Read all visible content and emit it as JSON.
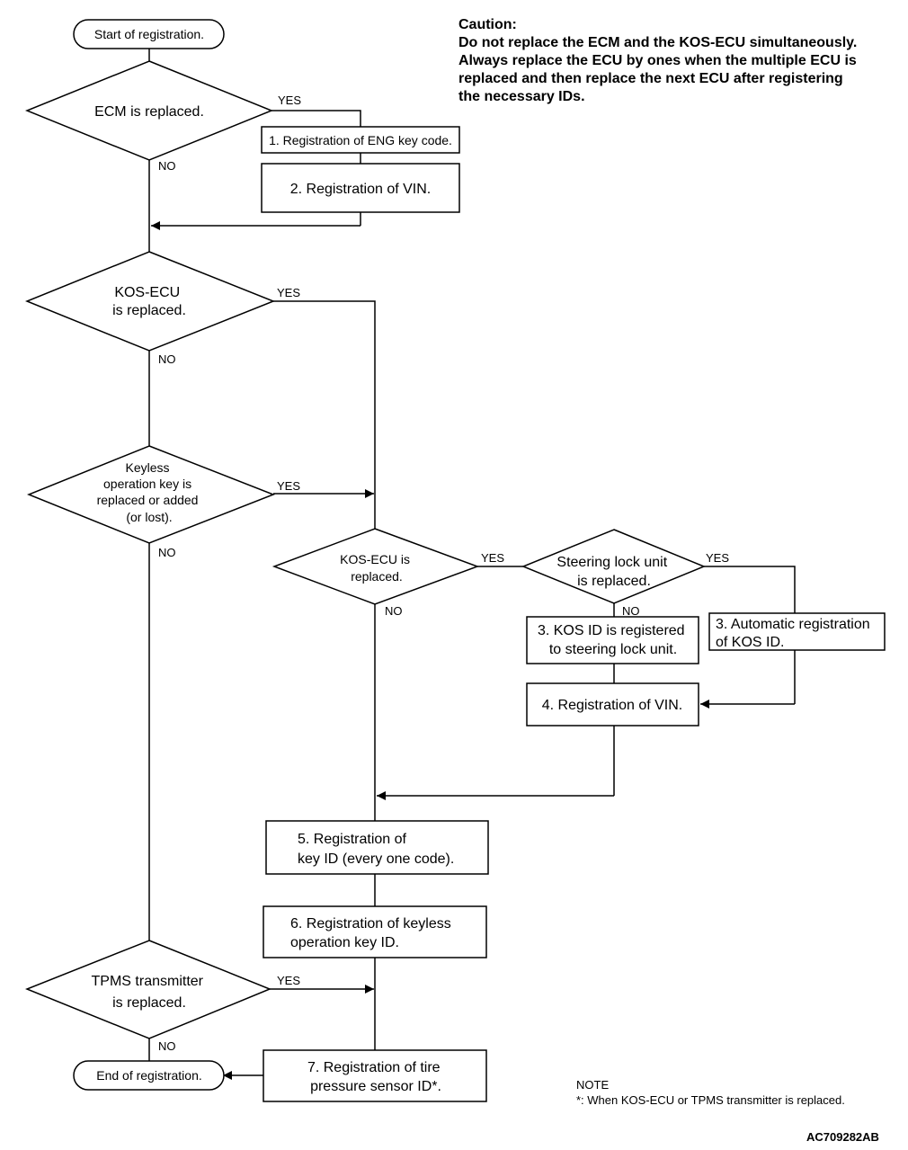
{
  "caution": {
    "title": "Caution:",
    "lines": [
      "Do not replace the ECM and the KOS-ECU simultaneously.",
      "Always replace the ECU by ones when the multiple ECU is",
      "replaced and then replace the next ECU after registering",
      "the necessary IDs."
    ]
  },
  "nodes": {
    "start": "Start of registration.",
    "ecm": "ECM is replaced.",
    "step1": "1. Registration of ENG key code.",
    "step2": "2. Registration of VIN.",
    "kos1": [
      "KOS-ECU",
      "is replaced."
    ],
    "keyless": [
      "Keyless",
      "operation key is",
      "replaced or added",
      "(or lost)."
    ],
    "kos2": [
      "KOS-ECU is",
      "replaced."
    ],
    "steering": [
      "Steering lock unit",
      "is replaced."
    ],
    "step3a": [
      "3. KOS ID is registered",
      "to steering lock unit."
    ],
    "step3b": [
      "3. Automatic registration",
      "of KOS ID."
    ],
    "step4": "4. Registration of VIN.",
    "step5": [
      "5. Registration of",
      "key ID (every one code)."
    ],
    "step6": [
      "6. Registration of keyless",
      "operation key ID."
    ],
    "tpms": [
      "TPMS transmitter",
      "is replaced."
    ],
    "step7": [
      "7. Registration of tire",
      "pressure sensor ID*."
    ],
    "end": "End of registration."
  },
  "branch": {
    "yes": "YES",
    "no": "NO"
  },
  "note": {
    "title": "NOTE",
    "text": "*: When KOS-ECU or TPMS transmitter is replaced."
  },
  "figure_id": "AC709282AB"
}
